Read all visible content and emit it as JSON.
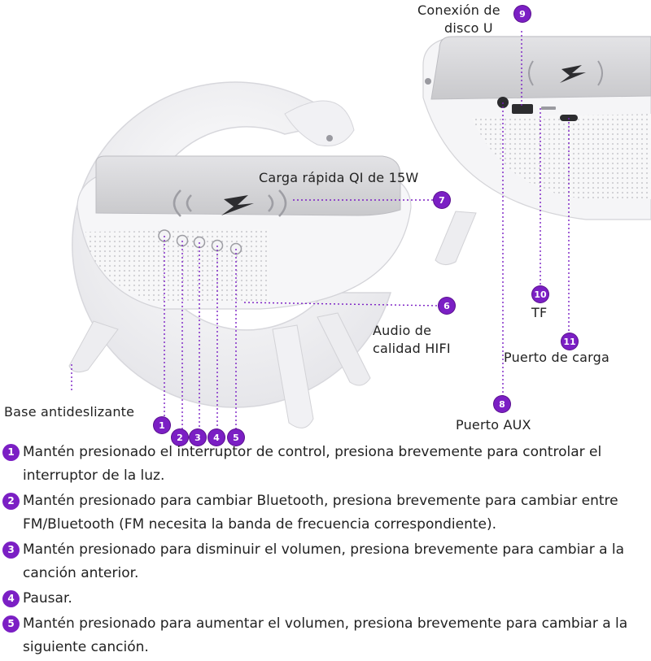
{
  "callouts": {
    "usb": {
      "num": "9",
      "label_line1": "Conexión de",
      "label_line2": "disco U"
    },
    "qi": {
      "num": "7",
      "label": "Carga rápida QI de 15W"
    },
    "audio": {
      "num": "6",
      "label_line1": "Audio de",
      "label_line2": "calidad HIFI"
    },
    "tf": {
      "num": "10",
      "label": "TF"
    },
    "charge": {
      "num": "11",
      "label": "Puerto de carga"
    },
    "aux": {
      "num": "8",
      "label": "Puerto AUX"
    },
    "base": {
      "label": "Base antideslizante"
    },
    "buttons": [
      "1",
      "2",
      "3",
      "4",
      "5"
    ]
  },
  "descriptions": [
    {
      "num": "1",
      "text": "Mantén presionado el interruptor de control, presiona brevemente para controlar el interruptor de la luz."
    },
    {
      "num": "2",
      "text": "Mantén presionado para cambiar Bluetooth, presiona brevemente para cambiar entre FM/Bluetooth (FM necesita la banda de frecuencia correspondiente)."
    },
    {
      "num": "3",
      "text": "Mantén presionado para disminuir el volumen, presiona brevemente para cambiar a la canción anterior."
    },
    {
      "num": "4",
      "text": "Pausar."
    },
    {
      "num": "5",
      "text": "Mantén presionado para aumentar el volumen, presiona brevemente para cambiar a la siguiente canción."
    }
  ],
  "colors": {
    "accent": "#7b1fc4",
    "device": "#f4f4f6",
    "panel": "#d9d9dc"
  }
}
